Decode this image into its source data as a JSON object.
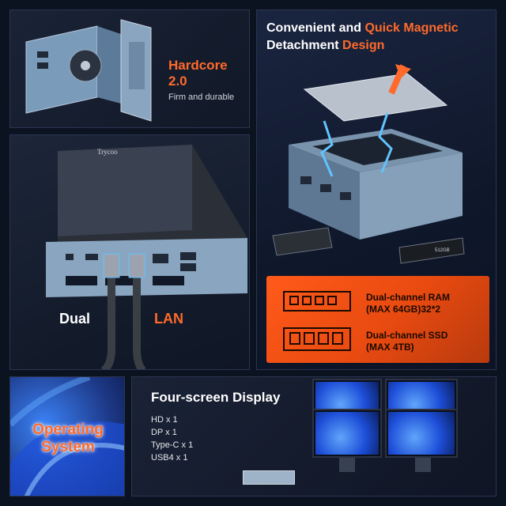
{
  "hardcore": {
    "title_line1": "Hardcore",
    "title_line2": "2.0",
    "subtitle": "Firm and durable"
  },
  "magnetic": {
    "title_part1": "Convenient and ",
    "title_part2": "Quick Magnetic",
    "title_part3": "Detachment ",
    "title_part4": "Design"
  },
  "specs": {
    "ram_line1": "Dual-channel RAM",
    "ram_line2": "(MAX 64GB)32*2",
    "ssd_line1": "Dual-channel SSD",
    "ssd_line2": "(MAX 4TB)"
  },
  "lan": {
    "dual": "Dual",
    "lan": "LAN"
  },
  "device": {
    "brand": "Trycoo",
    "ssd_label": "512GB"
  },
  "os": {
    "line1": "Operating",
    "line2": "System"
  },
  "display": {
    "title": "Four-screen Display",
    "ports": [
      "HD x 1",
      "DP x 1",
      "Type-C x 1",
      "USB4  x 1"
    ]
  },
  "colors": {
    "accent": "#ff6a2b",
    "background": "#0b1220"
  }
}
